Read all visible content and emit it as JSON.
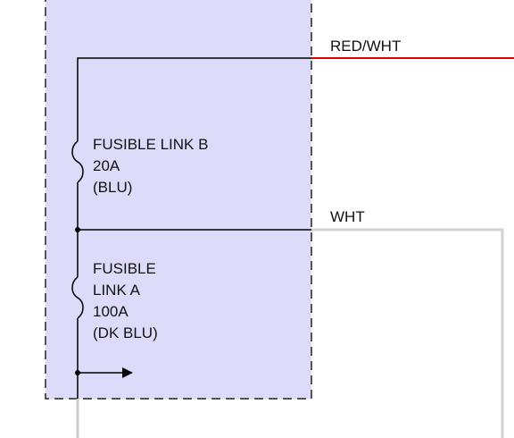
{
  "wires": {
    "top": {
      "label": "RED/WHT",
      "color": "#e00000"
    },
    "middle": {
      "label": "WHT",
      "color": "#d3d3d3"
    }
  },
  "fuses": {
    "b": {
      "lines": [
        "FUSIBLE LINK B",
        "20A",
        "(BLU)"
      ]
    },
    "a": {
      "lines": [
        "FUSIBLE",
        "LINK A",
        "100A",
        "(DK BLU)"
      ]
    }
  },
  "colors": {
    "box_fill": "#dcdcfa",
    "box_border": "#222222",
    "internal_wire": "#000000",
    "supply_wire": "#cccccc"
  }
}
